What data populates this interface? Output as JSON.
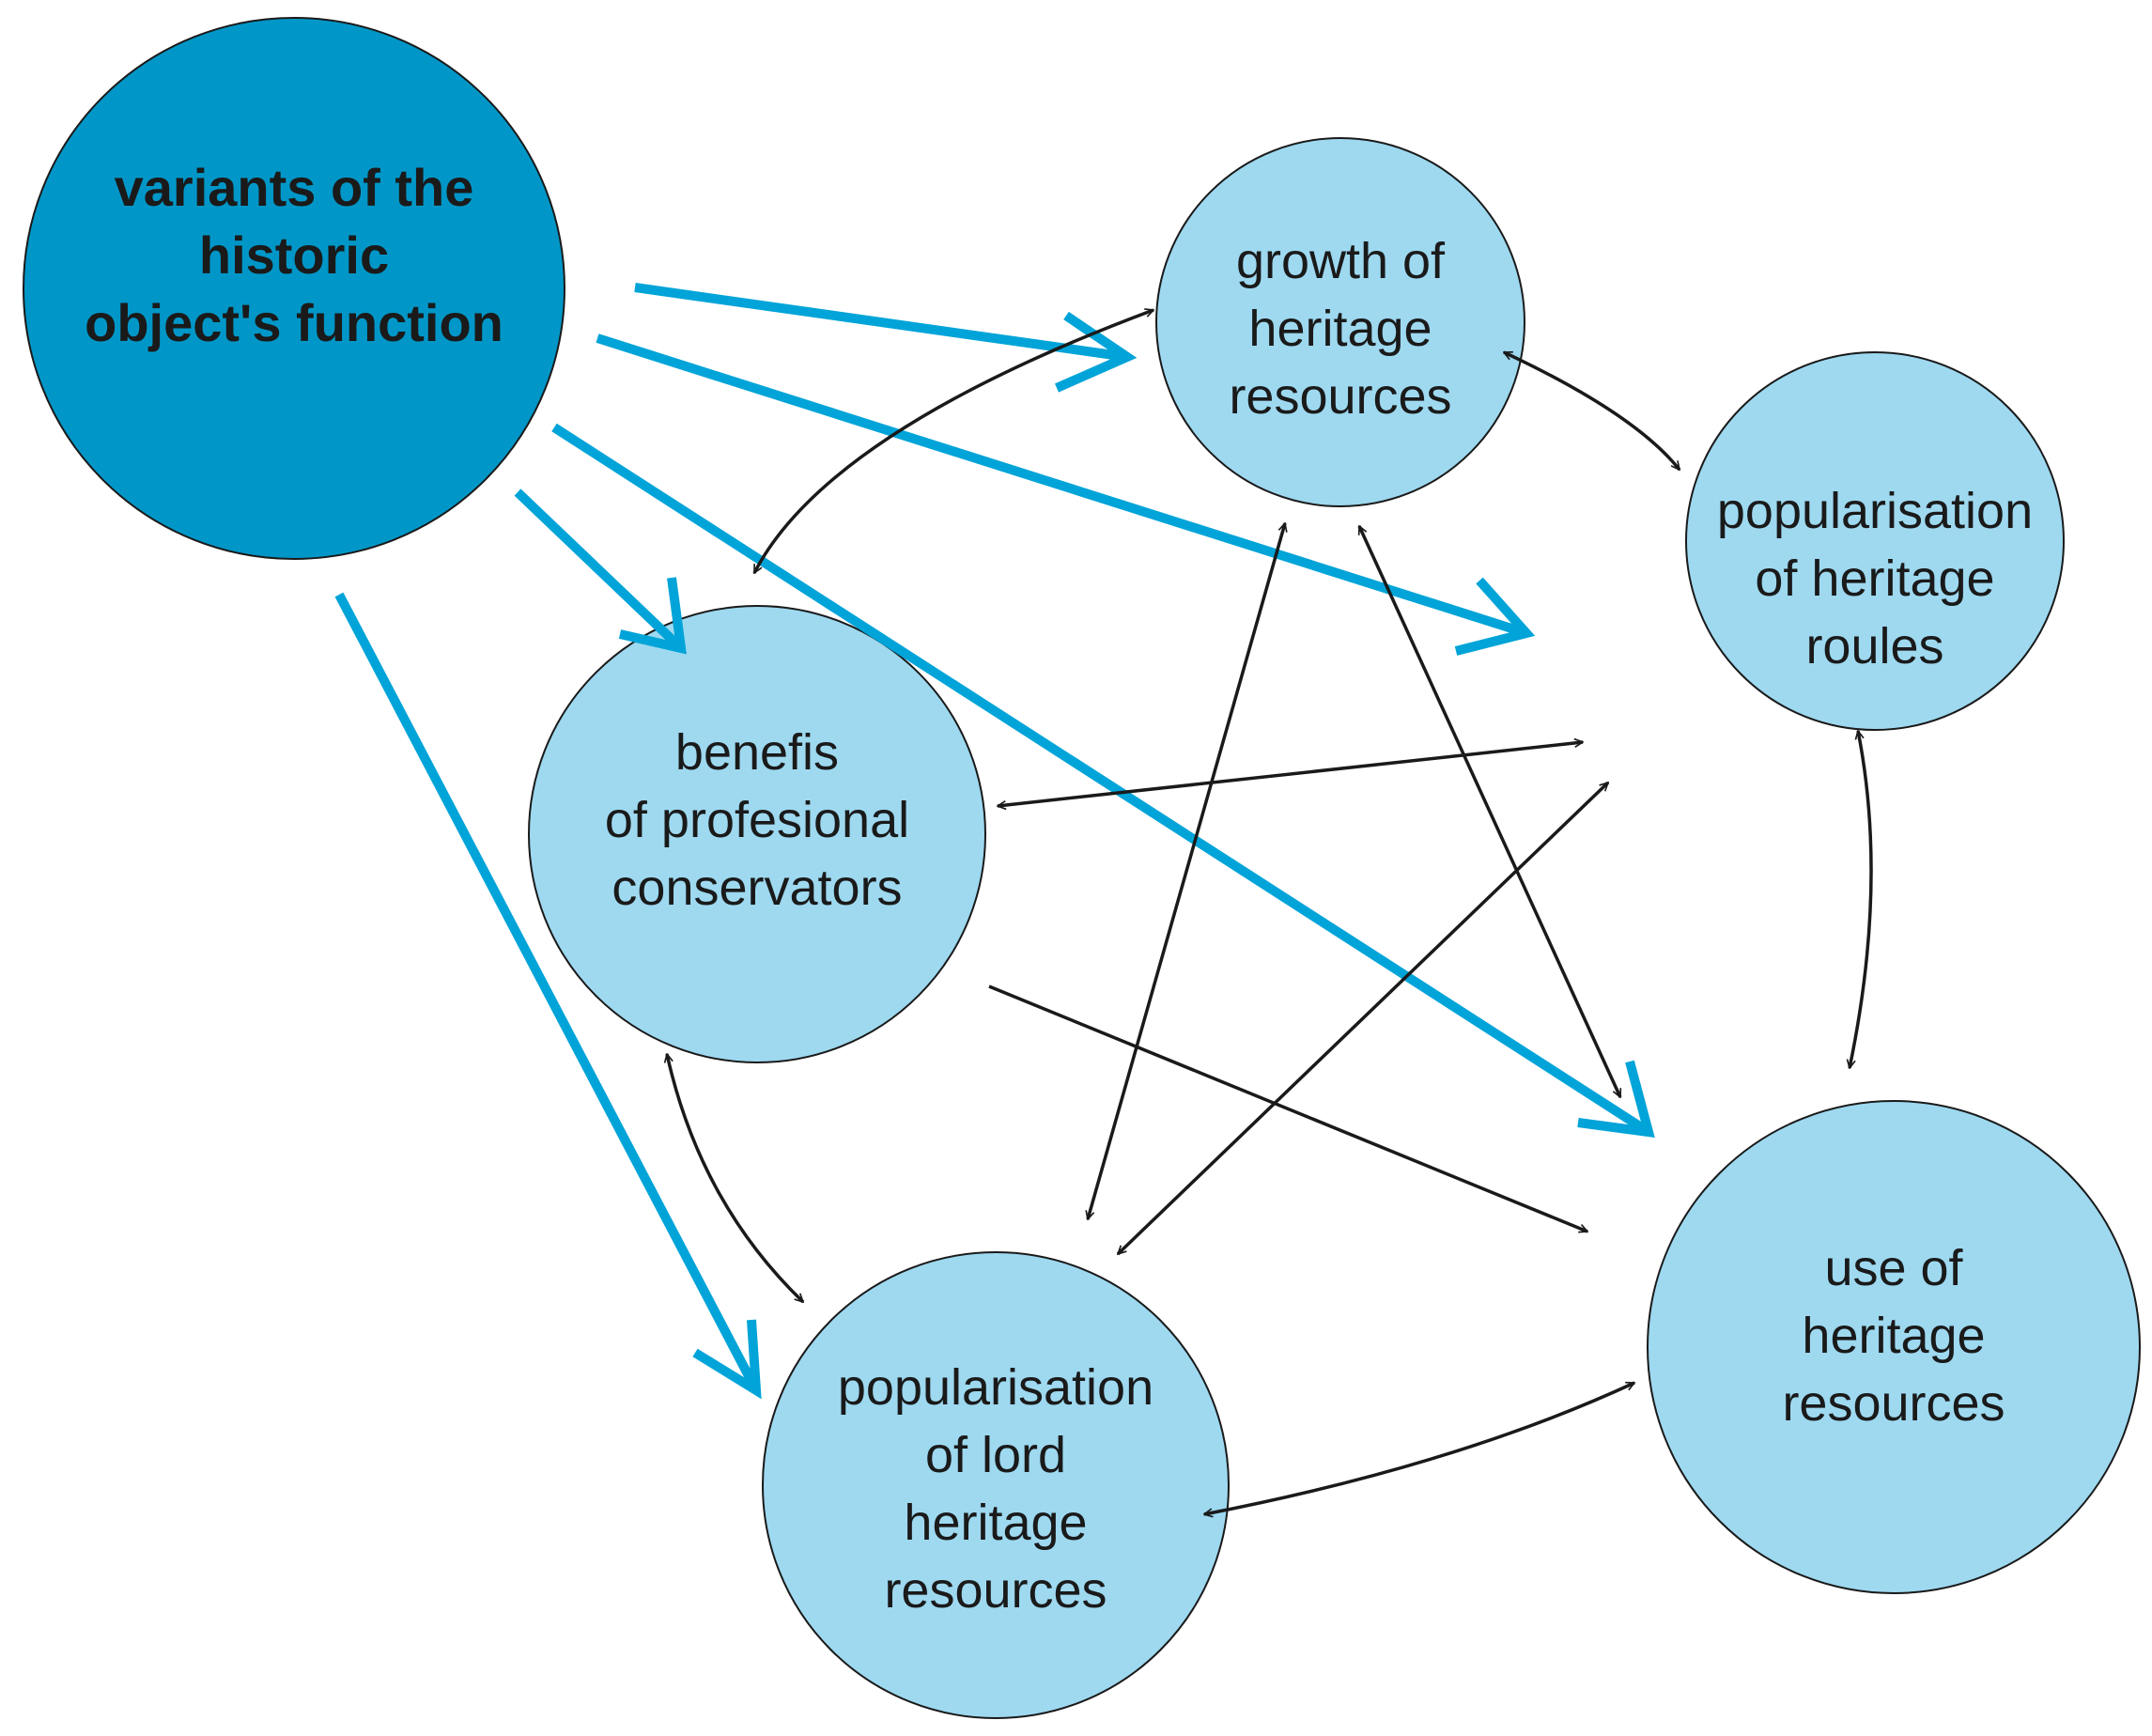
{
  "colors": {
    "main_node_fill": "#0097c8",
    "node_fill": "#9ed9f0",
    "node_stroke": "#1a1a1a",
    "blue_arrow": "#00a4d8",
    "black_arrow": "#1a1a1a"
  },
  "nodes": {
    "variants": {
      "lines": [
        "variants of the",
        "historic",
        "object's function"
      ]
    },
    "growth": {
      "lines": [
        "growth of",
        "heritage",
        "resources"
      ]
    },
    "popularisation_rules": {
      "lines": [
        "popularisation",
        "of heritage",
        "roules"
      ]
    },
    "benefits": {
      "lines": [
        "benefis",
        "of profesional",
        "conservators"
      ]
    },
    "use": {
      "lines": [
        "use of",
        "heritage",
        "resources"
      ]
    },
    "popularisation_lord": {
      "lines": [
        "popularisation",
        "of lord",
        "heritage",
        "resources"
      ]
    }
  }
}
